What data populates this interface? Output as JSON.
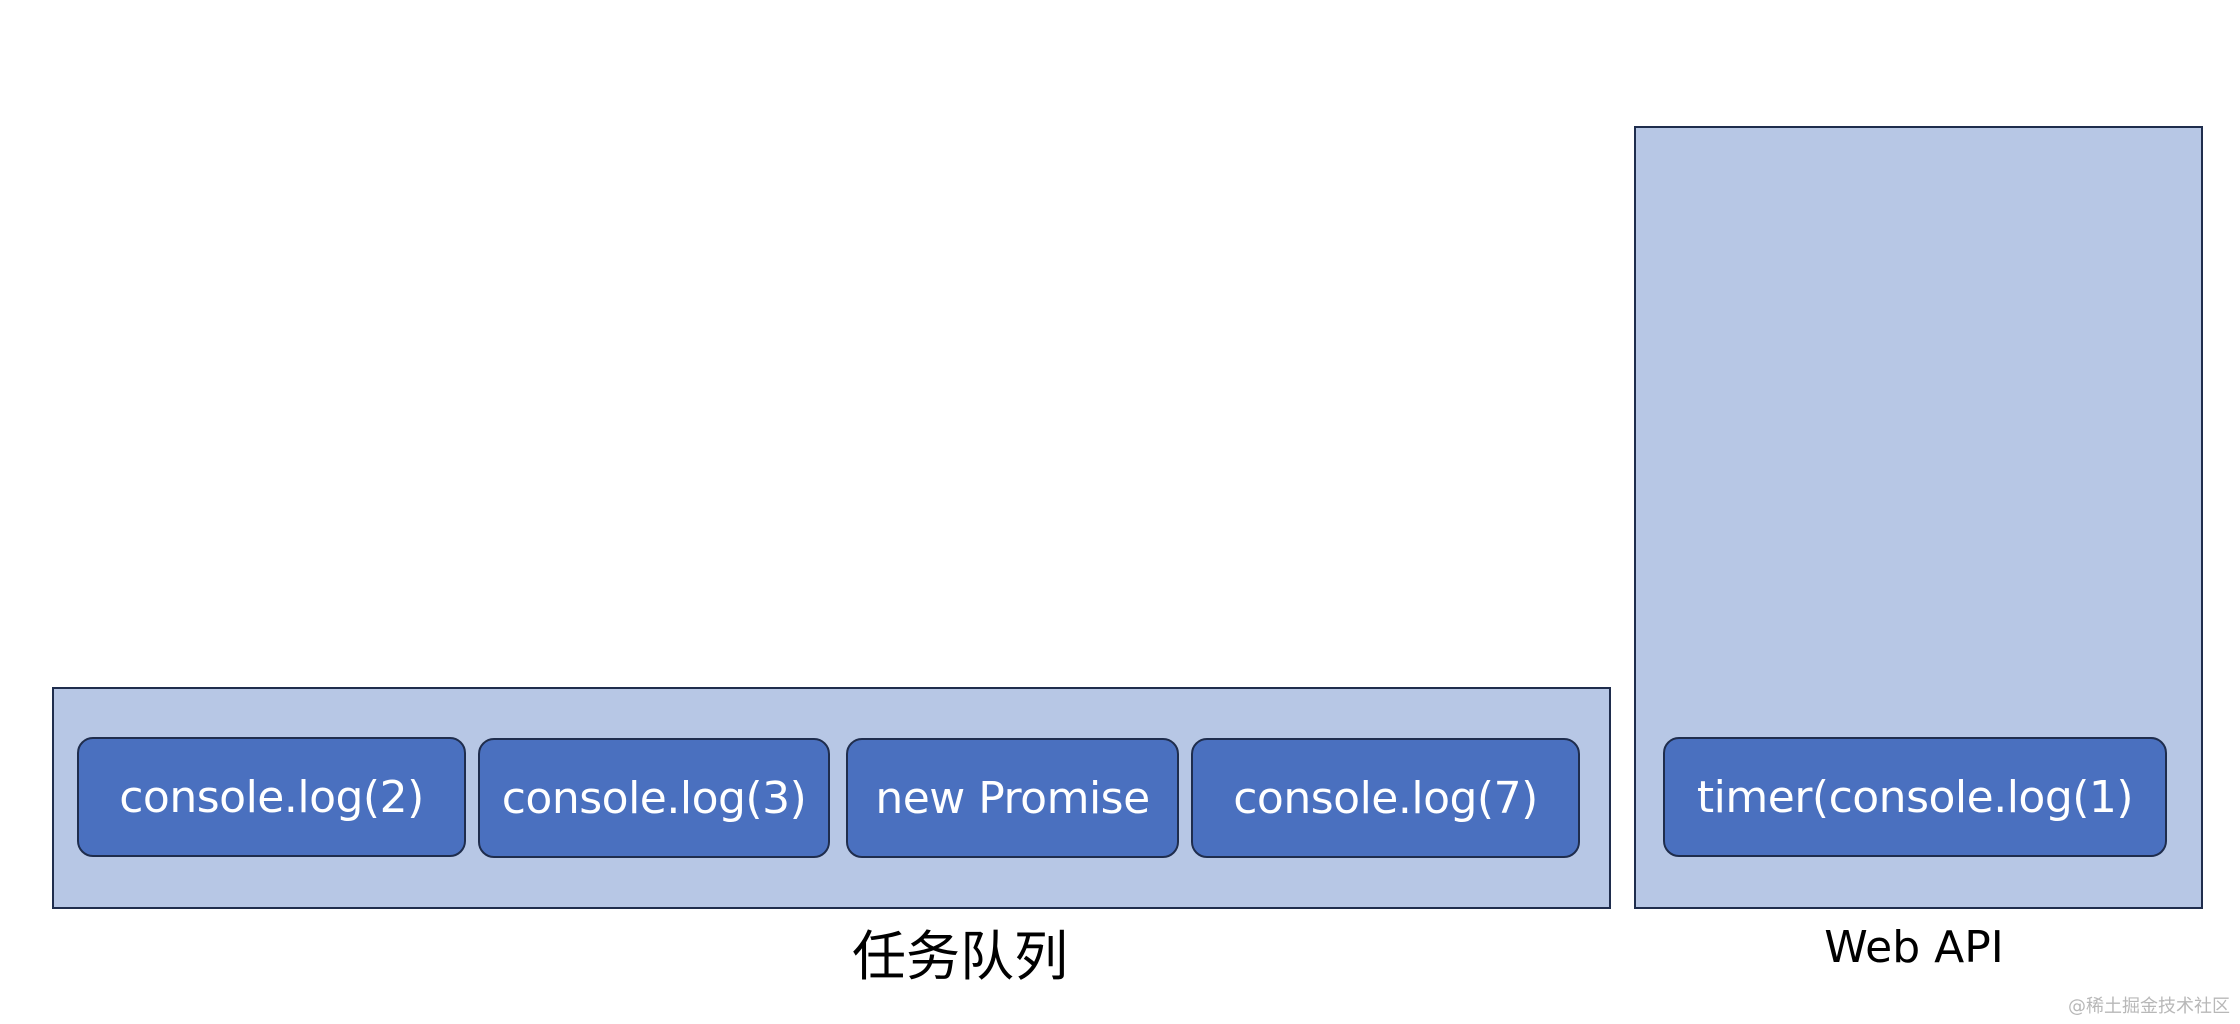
{
  "task_queue": {
    "caption": "任务队列",
    "items": [
      {
        "label": "console.log(2)"
      },
      {
        "label": "console.log(3)"
      },
      {
        "label": "new Promise"
      },
      {
        "label": "console.log(7)"
      }
    ]
  },
  "web_api": {
    "caption": "Web API",
    "items": [
      {
        "label": "timer(console.log(1)"
      }
    ]
  },
  "watermark": "@稀土掘金技术社区",
  "colors": {
    "panel_fill": "#b7c7e5",
    "task_fill": "#4a70bf",
    "border": "#1f2d4d"
  }
}
